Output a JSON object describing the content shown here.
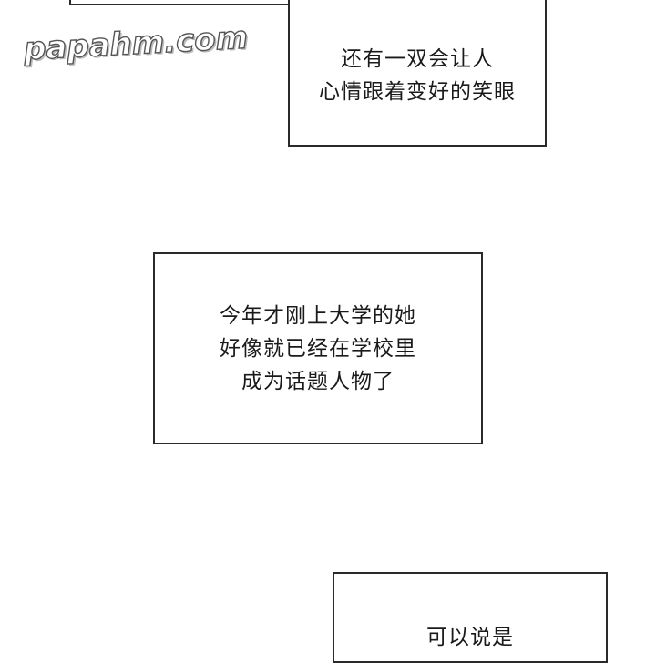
{
  "watermark": {
    "text": "papahm.com"
  },
  "captions": [
    {
      "lines": [
        "还有一双会让人",
        "心情跟着变好的笑眼"
      ]
    },
    {
      "lines": [
        "今年才刚上大学的她",
        "好像就已经在学校里",
        "成为话题人物了"
      ]
    },
    {
      "lines": [
        "可以说是"
      ]
    }
  ]
}
